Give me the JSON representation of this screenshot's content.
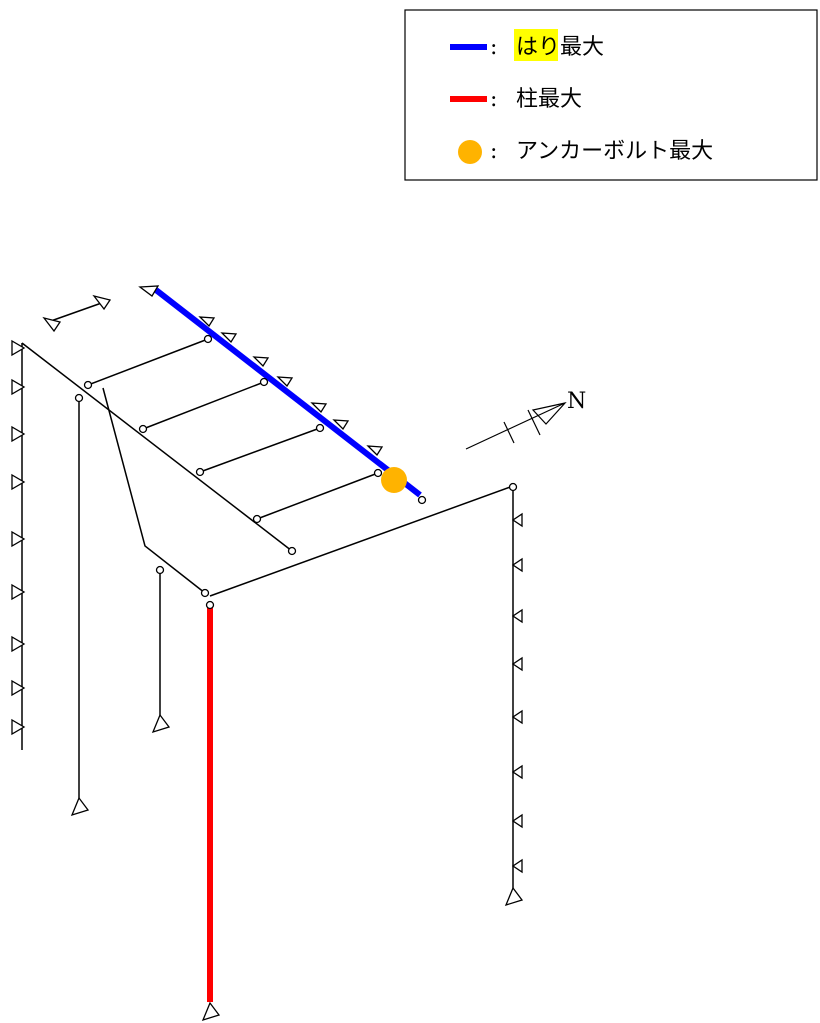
{
  "colors": {
    "beam": "#0000ff",
    "column": "#ff0000",
    "anchor_bolt": "#ffb300",
    "highlight": "#ffff00",
    "line": "#000000"
  },
  "legend": {
    "items": [
      {
        "highlight": "はり",
        "label": "最大",
        "separator": ":",
        "symbol": "beam-line"
      },
      {
        "label": "柱最大",
        "separator": ":",
        "symbol": "column-line"
      },
      {
        "label": "アンカーボルト最大",
        "separator": ":",
        "symbol": "anchor-dot"
      }
    ]
  },
  "north_label": "N"
}
